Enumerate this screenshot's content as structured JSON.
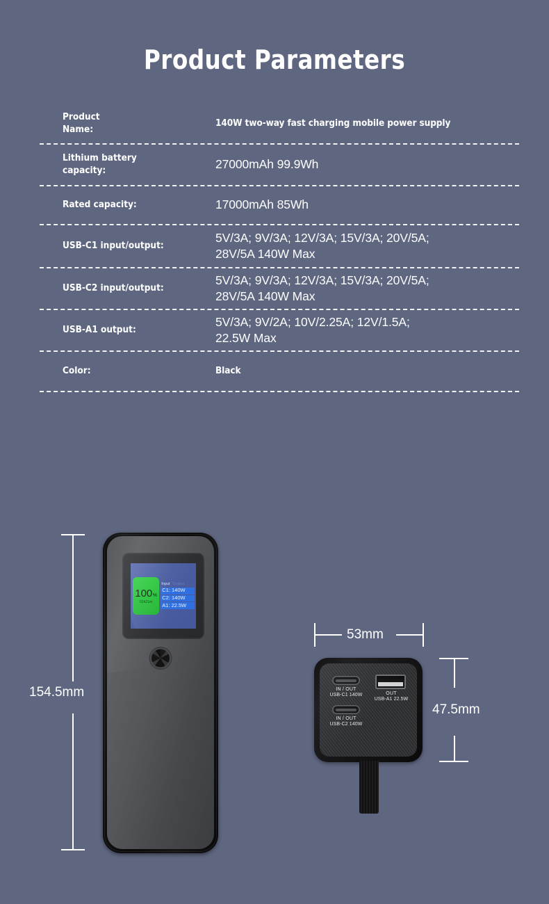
{
  "page": {
    "title": "Product Parameters",
    "background_color": "#5f6780",
    "text_color": "#ffffff"
  },
  "spec_table": {
    "rows": [
      {
        "label": "Product\nName:",
        "label_line1": "Product",
        "label_line2": "Name:",
        "value": "140W two-way fast charging mobile power supply",
        "value_style": "small-bold"
      },
      {
        "label_line1": "Lithium battery",
        "label_line2": "capacity:",
        "value": "27000mAh  99.9Wh",
        "value_style": "normal"
      },
      {
        "label_line1": "Rated capacity:",
        "label_line2": "",
        "value": "17000mAh  85Wh",
        "value_style": "normal"
      },
      {
        "label_line1": "USB-C1 input/output:",
        "label_line2": "",
        "value_line1": "5V/3A; 9V/3A; 12V/3A; 15V/3A; 20V/5A;",
        "value_line2": "28V/5A 140W Max",
        "value_style": "normal"
      },
      {
        "label_line1": "USB-C2 input/output:",
        "label_line2": "",
        "value_line1": "5V/3A; 9V/3A; 12V/3A; 15V/3A; 20V/5A;",
        "value_line2": "28V/5A 140W Max",
        "value_style": "normal"
      },
      {
        "label_line1": "USB-A1 output:",
        "label_line2": "",
        "value_line1": "5V/3A; 9V/2A; 10V/2.25A; 12V/1.5A;",
        "value_line2": "22.5W Max",
        "value_style": "normal"
      },
      {
        "label_line1": "Color:",
        "label_line2": "",
        "value": "Black",
        "value_style": "small-bold"
      }
    ]
  },
  "dimensions": {
    "height_label": "154.5mm",
    "width_label": "53mm",
    "depth_label": "47.5mm"
  },
  "device_front": {
    "display": {
      "battery_percent": "100",
      "percent_unit": "%",
      "remaining_time": "01h21m",
      "header_input": "Input",
      "header_output": "Output",
      "ports": [
        {
          "name": "C1: 140W"
        },
        {
          "name": "C2: 140W"
        },
        {
          "name": "A1: 22.5W"
        }
      ],
      "badge_color": "#2ac33d",
      "screen_color": "#4d5fa1",
      "port_row_color": "#2f6fe0"
    }
  },
  "device_side": {
    "ports": [
      {
        "type": "usb-c",
        "direction": "IN / OUT",
        "spec": "USB-C1 140W"
      },
      {
        "type": "usb-c",
        "direction": "IN / OUT",
        "spec": "USB-C2 140W"
      },
      {
        "type": "usb-a",
        "direction": "OUT",
        "spec": "USB-A1 22.5W"
      }
    ]
  }
}
